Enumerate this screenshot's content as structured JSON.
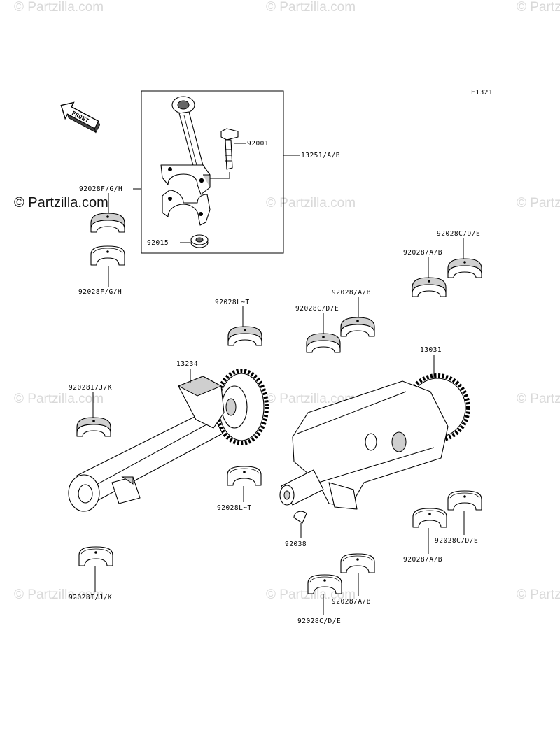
{
  "diagram_code": "E1321",
  "watermark": "© Partzilla.com",
  "front_label": "FRONT",
  "parts": {
    "rod_bolt": "92001",
    "rod_assembly": "13251/A/B",
    "rod_nut": "92015",
    "rod_bearing_upper": "92028F/G/H",
    "rod_bearing_lower": "92028F/G/H",
    "balancer_bearing_top": "92028L~T",
    "balancer_bearing_bottom": "92028L~T",
    "balancer_shaft": "13234",
    "balancer_bearing_left_top": "92028I/J/K",
    "balancer_bearing_left_bottom": "92028I/J/K",
    "crank_bearing_cde_upper_right": "92028C/D/E",
    "crank_bearing_ab_upper_right": "92028/A/B",
    "crank_bearing_ab_mid": "92028/A/B",
    "crank_bearing_cde_mid": "92028C/D/E",
    "crankshaft": "13031",
    "woodruff_key": "92038",
    "crank_bearing_ab_lower_right": "92028/A/B",
    "crank_bearing_cde_lower_right": "92028C/D/E",
    "crank_bearing_ab_bottom": "92028/A/B",
    "crank_bearing_cde_bottom": "92028C/D/E"
  }
}
